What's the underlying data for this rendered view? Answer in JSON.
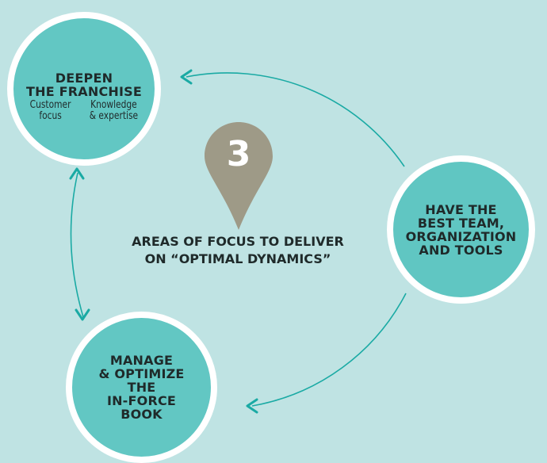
{
  "colors": {
    "background": "#bfe3e3",
    "circle_fill": "#62c7c3",
    "circle_border": "#ffffff",
    "arrow": "#1aaaa4",
    "pin": "#9e9a87",
    "text": "#1f2a2a"
  },
  "pin": {
    "number": "3",
    "icon": "map-pin-icon"
  },
  "headline": {
    "line1": "AREAS OF FOCUS TO DELIVER",
    "line2": "ON “OPTIMAL DYNAMICS”"
  },
  "areas": [
    {
      "title_lines": [
        "DEEPEN",
        "THE FRANCHISE"
      ],
      "subtopics": [
        "Customer\nfocus",
        "Knowledge\n& expertise"
      ]
    },
    {
      "title_lines": [
        "HAVE THE",
        "BEST TEAM,",
        "ORGANIZATION",
        "AND TOOLS"
      ]
    },
    {
      "title_lines": [
        "MANAGE",
        "& OPTIMIZE",
        "THE",
        "IN-FORCE",
        "BOOK"
      ]
    }
  ]
}
